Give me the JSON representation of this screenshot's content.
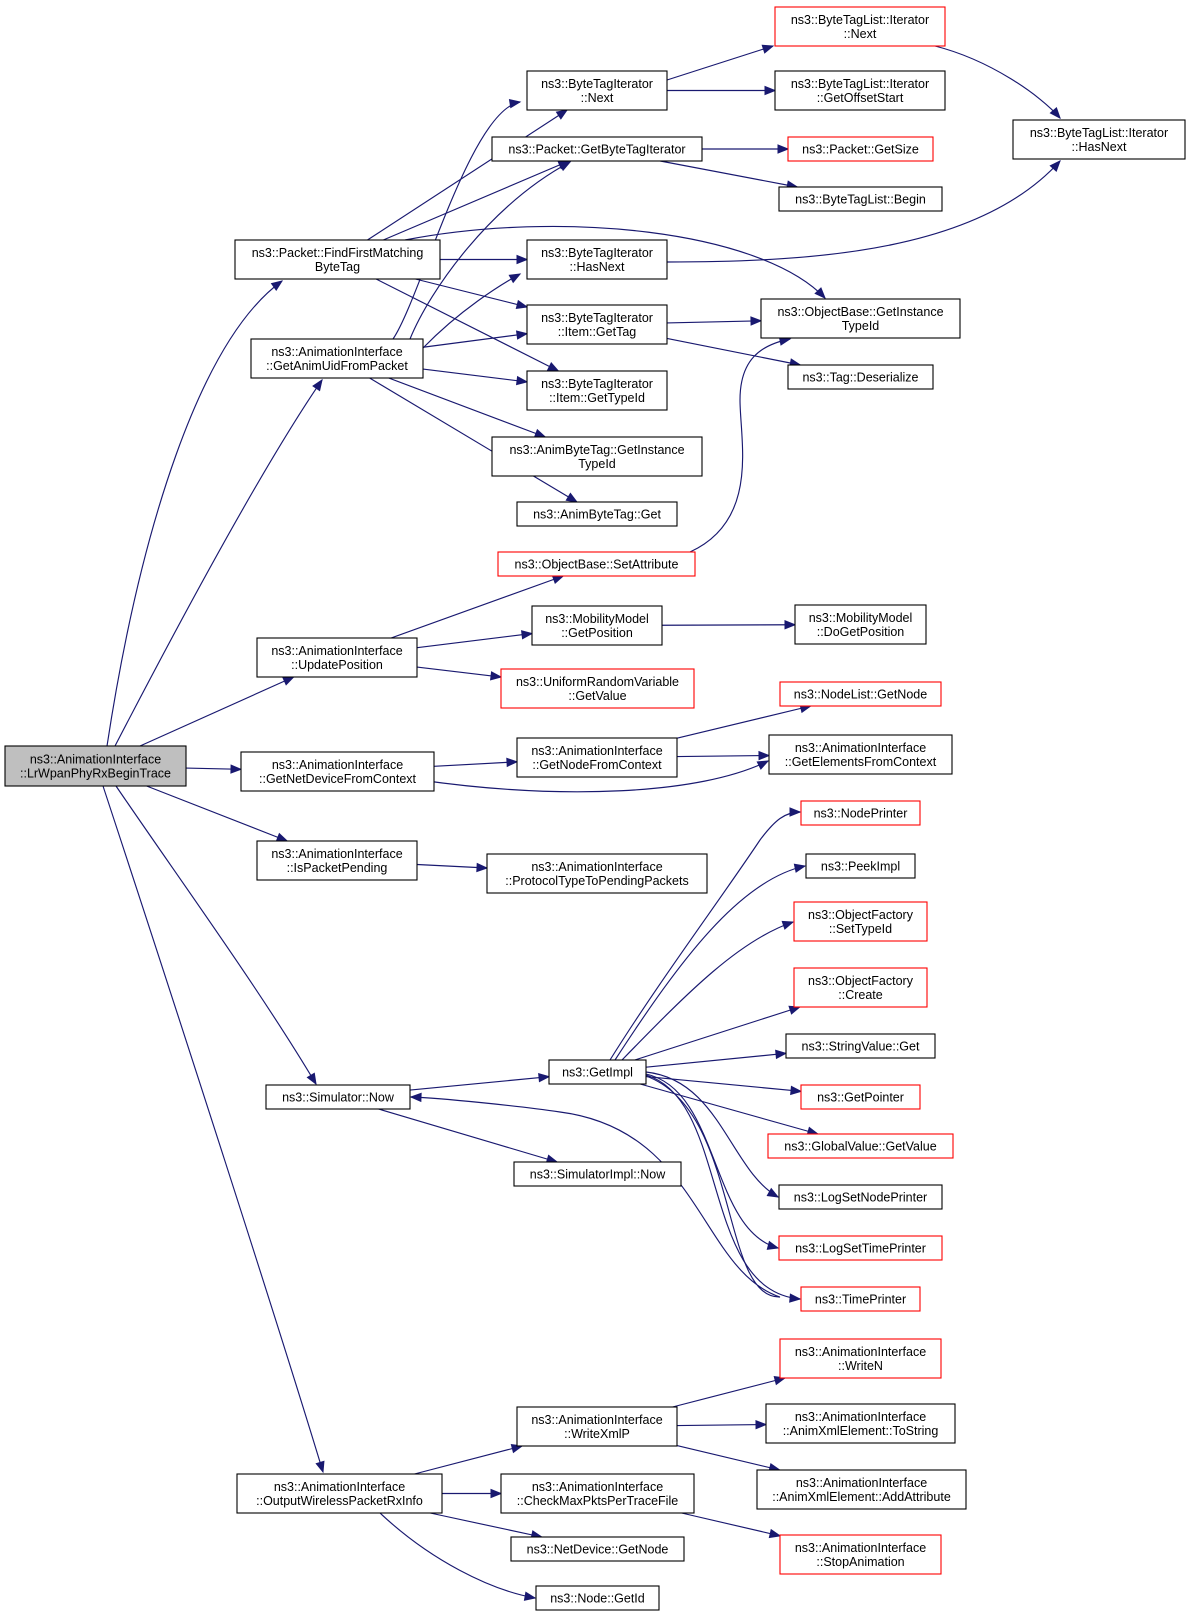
{
  "graph": {
    "title": "",
    "nodes": [
      {
        "id": "root",
        "lines": [
          "ns3::AnimationInterface",
          "::LrWpanPhyRxBeginTrace"
        ],
        "style": "root"
      },
      {
        "id": "findfirst",
        "lines": [
          "ns3::Packet::FindFirstMatching",
          "ByteTag"
        ],
        "style": "normal"
      },
      {
        "id": "getanimuid",
        "lines": [
          "ns3::AnimationInterface",
          "::GetAnimUidFromPacket"
        ],
        "style": "normal"
      },
      {
        "id": "updatepos",
        "lines": [
          "ns3::AnimationInterface",
          "::UpdatePosition"
        ],
        "style": "normal"
      },
      {
        "id": "getnetdev",
        "lines": [
          "ns3::AnimationInterface",
          "::GetNetDeviceFromContext"
        ],
        "style": "normal"
      },
      {
        "id": "ispending",
        "lines": [
          "ns3::AnimationInterface",
          "::IsPacketPending"
        ],
        "style": "normal"
      },
      {
        "id": "simnow",
        "lines": [
          "ns3::Simulator::Now"
        ],
        "style": "normal"
      },
      {
        "id": "outputwl",
        "lines": [
          "ns3::AnimationInterface",
          "::OutputWirelessPacketRxInfo"
        ],
        "style": "normal"
      },
      {
        "id": "btinext",
        "lines": [
          "ns3::ByteTagIterator",
          "::Next"
        ],
        "style": "normal"
      },
      {
        "id": "getbti",
        "lines": [
          "ns3::Packet::GetByteTagIterator"
        ],
        "style": "normal"
      },
      {
        "id": "btihasnext",
        "lines": [
          "ns3::ByteTagIterator",
          "::HasNext"
        ],
        "style": "normal"
      },
      {
        "id": "btigettag",
        "lines": [
          "ns3::ByteTagIterator",
          "::Item::GetTag"
        ],
        "style": "normal"
      },
      {
        "id": "btigettypeid",
        "lines": [
          "ns3::ByteTagIterator",
          "::Item::GetTypeId"
        ],
        "style": "normal"
      },
      {
        "id": "abtgetinst",
        "lines": [
          "ns3::AnimByteTag::GetInstance",
          "TypeId"
        ],
        "style": "normal"
      },
      {
        "id": "abtget",
        "lines": [
          "ns3::AnimByteTag::Get"
        ],
        "style": "normal"
      },
      {
        "id": "setattr",
        "lines": [
          "ns3::ObjectBase::SetAttribute"
        ],
        "style": "red"
      },
      {
        "id": "mmgetpos",
        "lines": [
          "ns3::MobilityModel",
          "::GetPosition"
        ],
        "style": "normal"
      },
      {
        "id": "urvgetval",
        "lines": [
          "ns3::UniformRandomVariable",
          "::GetValue"
        ],
        "style": "red"
      },
      {
        "id": "getnodefromctx",
        "lines": [
          "ns3::AnimationInterface",
          "::GetNodeFromContext"
        ],
        "style": "normal"
      },
      {
        "id": "proto",
        "lines": [
          "ns3::AnimationInterface",
          "::ProtocolTypeToPendingPackets"
        ],
        "style": "normal"
      },
      {
        "id": "getimpl",
        "lines": [
          "ns3::GetImpl"
        ],
        "style": "normal"
      },
      {
        "id": "simimplnow",
        "lines": [
          "ns3::SimulatorImpl::Now"
        ],
        "style": "normal"
      },
      {
        "id": "writexml",
        "lines": [
          "ns3::AnimationInterface",
          "::WriteXmlP"
        ],
        "style": "normal"
      },
      {
        "id": "checkmax",
        "lines": [
          "ns3::AnimationInterface",
          "::CheckMaxPktsPerTraceFile"
        ],
        "style": "normal"
      },
      {
        "id": "ndgetnode",
        "lines": [
          "ns3::NetDevice::GetNode"
        ],
        "style": "normal"
      },
      {
        "id": "nodegetid",
        "lines": [
          "ns3::Node::GetId"
        ],
        "style": "normal"
      },
      {
        "id": "btliternext",
        "lines": [
          "ns3::ByteTagList::Iterator",
          "::Next"
        ],
        "style": "red"
      },
      {
        "id": "btlitergetoff",
        "lines": [
          "ns3::ByteTagList::Iterator",
          "::GetOffsetStart"
        ],
        "style": "normal"
      },
      {
        "id": "pktgetsize",
        "lines": [
          "ns3::Packet::GetSize"
        ],
        "style": "red"
      },
      {
        "id": "btlbegin",
        "lines": [
          "ns3::ByteTagList::Begin"
        ],
        "style": "normal"
      },
      {
        "id": "obgetinst",
        "lines": [
          "ns3::ObjectBase::GetInstance",
          "TypeId"
        ],
        "style": "normal"
      },
      {
        "id": "tagdeser",
        "lines": [
          "ns3::Tag::Deserialize"
        ],
        "style": "normal"
      },
      {
        "id": "mmdogetpos",
        "lines": [
          "ns3::MobilityModel",
          "::DoGetPosition"
        ],
        "style": "normal"
      },
      {
        "id": "nlgetnode",
        "lines": [
          "ns3::NodeList::GetNode"
        ],
        "style": "red"
      },
      {
        "id": "getelements",
        "lines": [
          "ns3::AnimationInterface",
          "::GetElementsFromContext"
        ],
        "style": "normal"
      },
      {
        "id": "nodeprinter",
        "lines": [
          "ns3::NodePrinter"
        ],
        "style": "red"
      },
      {
        "id": "peekimpl",
        "lines": [
          "ns3::PeekImpl"
        ],
        "style": "normal"
      },
      {
        "id": "ofsettypeid",
        "lines": [
          "ns3::ObjectFactory",
          "::SetTypeId"
        ],
        "style": "red"
      },
      {
        "id": "ofcreate",
        "lines": [
          "ns3::ObjectFactory",
          "::Create"
        ],
        "style": "red"
      },
      {
        "id": "strvalget",
        "lines": [
          "ns3::StringValue::Get"
        ],
        "style": "normal"
      },
      {
        "id": "getpointer",
        "lines": [
          "ns3::GetPointer"
        ],
        "style": "red"
      },
      {
        "id": "gvgetval",
        "lines": [
          "ns3::GlobalValue::GetValue"
        ],
        "style": "red"
      },
      {
        "id": "logsetnode",
        "lines": [
          "ns3::LogSetNodePrinter"
        ],
        "style": "normal"
      },
      {
        "id": "logsettime",
        "lines": [
          "ns3::LogSetTimePrinter"
        ],
        "style": "red"
      },
      {
        "id": "timeprinter",
        "lines": [
          "ns3::TimePrinter"
        ],
        "style": "red"
      },
      {
        "id": "writen",
        "lines": [
          "ns3::AnimationInterface",
          "::WriteN"
        ],
        "style": "red"
      },
      {
        "id": "axtostring",
        "lines": [
          "ns3::AnimationInterface",
          "::AnimXmlElement::ToString"
        ],
        "style": "normal"
      },
      {
        "id": "axaddattr",
        "lines": [
          "ns3::AnimationInterface",
          "::AnimXmlElement::AddAttribute"
        ],
        "style": "normal"
      },
      {
        "id": "stopanim",
        "lines": [
          "ns3::AnimationInterface",
          "::StopAnimation"
        ],
        "style": "red"
      },
      {
        "id": "btliterhasnext",
        "lines": [
          "ns3::ByteTagList::Iterator",
          "::HasNext"
        ],
        "style": "normal"
      }
    ],
    "edges": [
      [
        "root",
        "findfirst"
      ],
      [
        "root",
        "getanimuid"
      ],
      [
        "root",
        "updatepos"
      ],
      [
        "root",
        "getnetdev"
      ],
      [
        "root",
        "ispending"
      ],
      [
        "root",
        "simnow"
      ],
      [
        "root",
        "outputwl"
      ],
      [
        "findfirst",
        "btinext"
      ],
      [
        "findfirst",
        "getbti"
      ],
      [
        "findfirst",
        "btihasnext"
      ],
      [
        "findfirst",
        "btigettag"
      ],
      [
        "findfirst",
        "btigettypeid"
      ],
      [
        "findfirst",
        "obgetinst"
      ],
      [
        "getanimuid",
        "btinext"
      ],
      [
        "getanimuid",
        "getbti"
      ],
      [
        "getanimuid",
        "btihasnext"
      ],
      [
        "getanimuid",
        "btigettag"
      ],
      [
        "getanimuid",
        "btigettypeid"
      ],
      [
        "getanimuid",
        "abtgetinst"
      ],
      [
        "getanimuid",
        "abtget"
      ],
      [
        "btinext",
        "btliternext"
      ],
      [
        "btinext",
        "btlitergetoff"
      ],
      [
        "btliternext",
        "btliterhasnext"
      ],
      [
        "getbti",
        "pktgetsize"
      ],
      [
        "getbti",
        "btlbegin"
      ],
      [
        "btihasnext",
        "btliterhasnext"
      ],
      [
        "btigettag",
        "obgetinst"
      ],
      [
        "btigettag",
        "tagdeser"
      ],
      [
        "setattr",
        "obgetinst"
      ],
      [
        "updatepos",
        "setattr"
      ],
      [
        "updatepos",
        "mmgetpos"
      ],
      [
        "updatepos",
        "urvgetval"
      ],
      [
        "mmgetpos",
        "mmdogetpos"
      ],
      [
        "getnetdev",
        "getnodefromctx"
      ],
      [
        "getnetdev",
        "getelements"
      ],
      [
        "getnodefromctx",
        "nlgetnode"
      ],
      [
        "getnodefromctx",
        "getelements"
      ],
      [
        "ispending",
        "proto"
      ],
      [
        "simnow",
        "getimpl"
      ],
      [
        "simnow",
        "simimplnow"
      ],
      [
        "getimpl",
        "nodeprinter"
      ],
      [
        "getimpl",
        "peekimpl"
      ],
      [
        "getimpl",
        "ofsettypeid"
      ],
      [
        "getimpl",
        "ofcreate"
      ],
      [
        "getimpl",
        "strvalget"
      ],
      [
        "getimpl",
        "getpointer"
      ],
      [
        "getimpl",
        "gvgetval"
      ],
      [
        "getimpl",
        "logsetnode"
      ],
      [
        "getimpl",
        "logsettime"
      ],
      [
        "getimpl",
        "timeprinter"
      ],
      [
        "getimpl",
        "simnow"
      ],
      [
        "outputwl",
        "writexml"
      ],
      [
        "outputwl",
        "checkmax"
      ],
      [
        "outputwl",
        "ndgetnode"
      ],
      [
        "outputwl",
        "nodegetid"
      ],
      [
        "writexml",
        "writen"
      ],
      [
        "writexml",
        "axtostring"
      ],
      [
        "writexml",
        "axaddattr"
      ],
      [
        "checkmax",
        "stopanim"
      ]
    ]
  },
  "colors": {
    "edge": "#191970",
    "border_normal": "#000000",
    "border_red": "#ff0000",
    "root_fill": "#bfbfbf"
  }
}
